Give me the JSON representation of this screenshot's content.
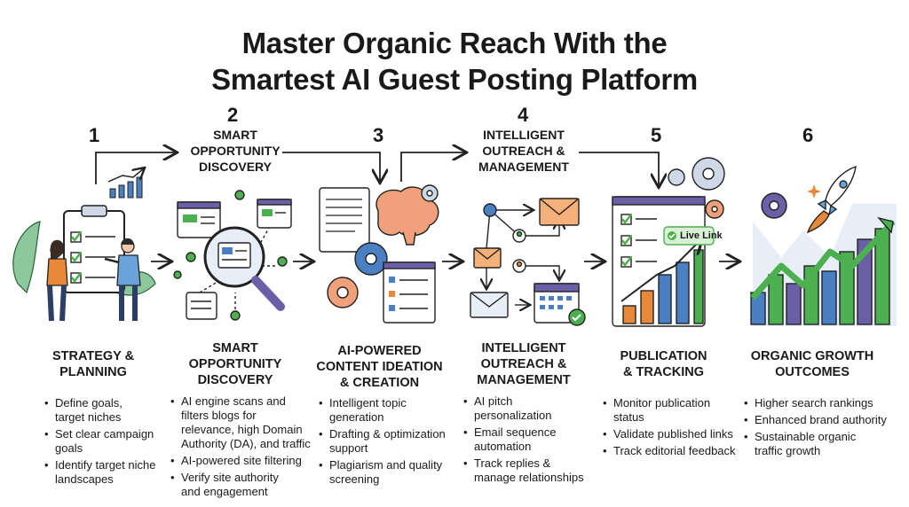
{
  "title": {
    "line1": "Master Organic Reach With the",
    "line2": "Smartest AI Guest Posting Platform"
  },
  "steps": [
    {
      "number": "1",
      "top_label": [],
      "heading": [
        "STRATEGY &",
        "PLANNING"
      ],
      "bullets": [
        [
          "Define goals,",
          "target niches"
        ],
        [
          "Set clear campaign",
          "goals"
        ],
        [
          "Identify target niche",
          "landscapes"
        ]
      ],
      "icon": "clipboard-team-icon"
    },
    {
      "number": "2",
      "top_label": [
        "SMART",
        "OPPORTUNITY",
        "DISCOVERY"
      ],
      "heading": [
        "SMART",
        "OPPORTUNITY",
        "DISCOVERY"
      ],
      "bullets": [
        [
          "AI engine scans and",
          "filters blogs for",
          "relevance, high Domain",
          "Authority (DA), and traffic"
        ],
        [
          "AI-powered site filtering"
        ],
        [
          "Verify site authority",
          "and engagement"
        ]
      ],
      "icon": "magnifier-network-icon"
    },
    {
      "number": "3",
      "top_label": [],
      "heading": [
        "AI-POWERED",
        "CONTENT IDEATION",
        "& CREATION"
      ],
      "bullets": [
        [
          "Intelligent topic",
          "generation"
        ],
        [
          "Drafting & optimization",
          "support"
        ],
        [
          "Plagiarism and quality",
          "screening"
        ]
      ],
      "icon": "brain-gears-icon"
    },
    {
      "number": "4",
      "top_label": [
        "INTELLIGENT",
        "OUTREACH &",
        "MANAGEMENT"
      ],
      "heading": [
        "INTELLIGENT",
        "OUTREACH &",
        "MANAGEMENT"
      ],
      "bullets": [
        [
          "AI pitch",
          "personalization"
        ],
        [
          "Email sequence",
          "automation"
        ],
        [
          "Track replies &",
          "manage relationships"
        ]
      ],
      "icon": "email-network-icon"
    },
    {
      "number": "5",
      "top_label": [],
      "heading": [
        "PUBLICATION",
        "& TRACKING"
      ],
      "bullets": [
        [
          "Monitor publication",
          "status"
        ],
        [
          "Validate published links"
        ],
        [
          "Track editorial feedback"
        ]
      ],
      "icon": "checklist-chart-icon",
      "badge": "Live Link"
    },
    {
      "number": "6",
      "top_label": [],
      "heading": [
        "ORGANIC GROWTH",
        "OUTCOMES"
      ],
      "bullets": [
        [
          "Higher search rankings"
        ],
        [
          "Enhanced brand authority"
        ],
        [
          "Sustainable organic",
          "traffic growth"
        ]
      ],
      "icon": "rocket-growth-icon"
    }
  ],
  "colors": {
    "accent_blue": "#4a7fc1",
    "accent_orange": "#e8893a",
    "accent_green": "#4caf50",
    "accent_purple": "#6b5fa8",
    "text": "#1a1a1a"
  }
}
